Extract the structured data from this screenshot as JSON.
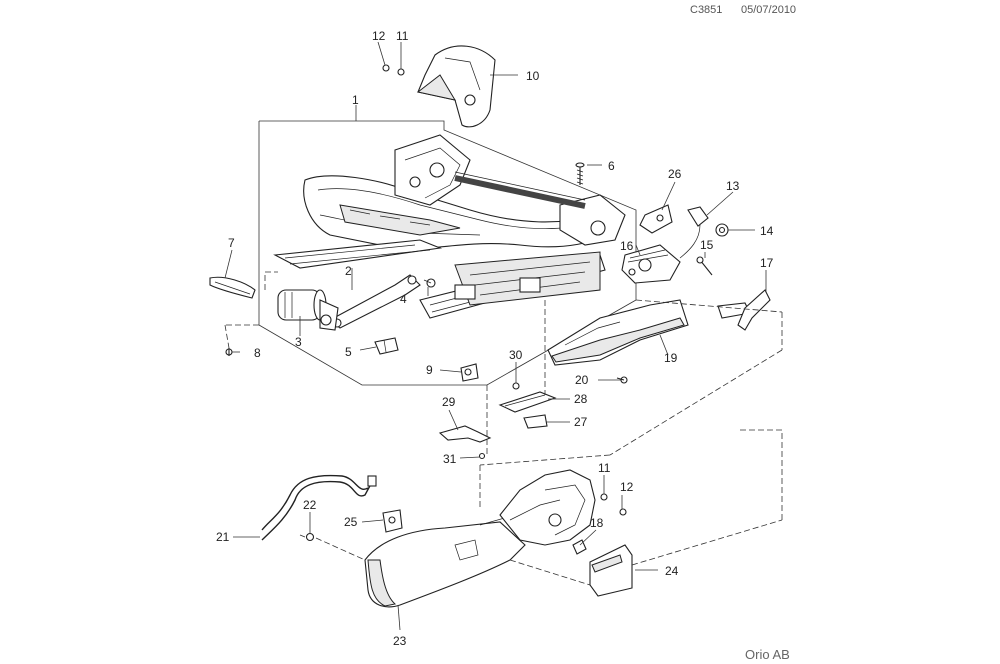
{
  "header": {
    "drawing_id": "C3851",
    "date": "05/07/2010"
  },
  "footer": {
    "brand": "Orio AB"
  },
  "callouts": [
    "1",
    "2",
    "3",
    "4",
    "5",
    "6",
    "7",
    "8",
    "9",
    "10",
    "11",
    "12",
    "13",
    "14",
    "15",
    "16",
    "17",
    "18",
    "19",
    "20",
    "21",
    "22",
    "23",
    "24",
    "25",
    "26",
    "27",
    "28",
    "29",
    "30",
    "31",
    "11",
    "12"
  ]
}
